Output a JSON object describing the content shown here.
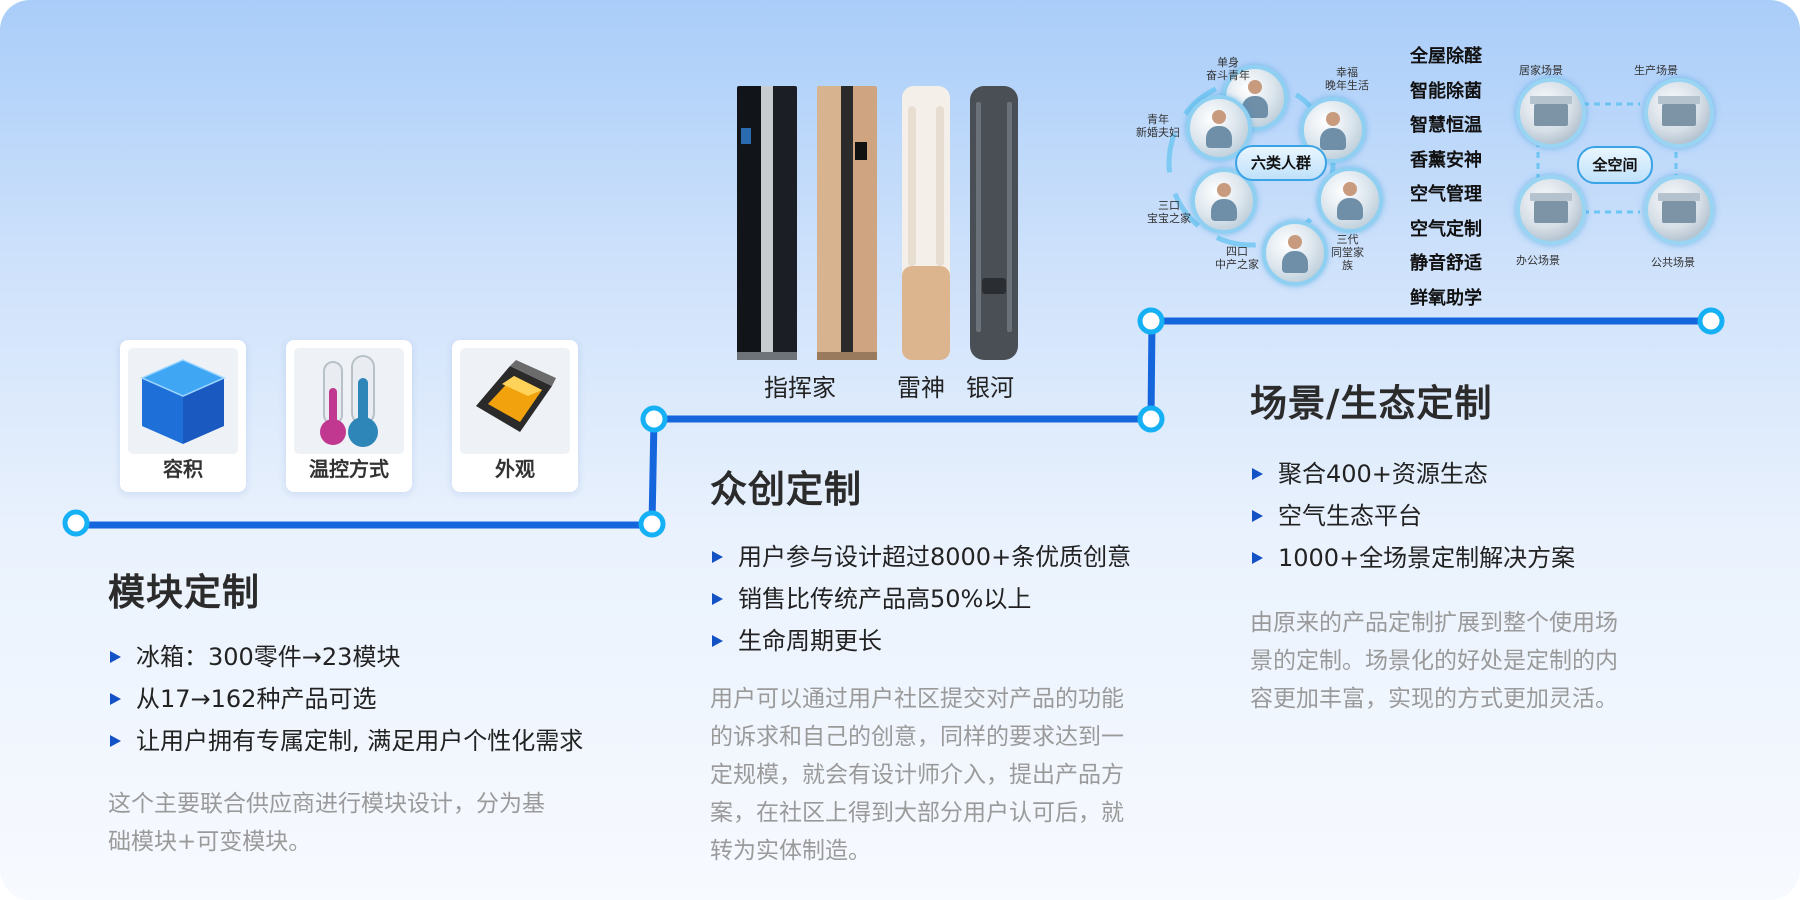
{
  "colors": {
    "track": "#1565dc",
    "node_ring": "#16b0f5",
    "bullet": "#1352c4"
  },
  "section1": {
    "cards": [
      {
        "label": "容积",
        "icon": "blue-cube-icon"
      },
      {
        "label": "温控方式",
        "icon": "thermometers-icon"
      },
      {
        "label": "外观",
        "icon": "framed-cube-icon"
      }
    ],
    "title": "模块定制",
    "bullets": [
      "冰箱：300零件→23模块",
      "从17→162种产品可选",
      "让用户拥有专属定制, 满足用户个性化需求"
    ],
    "desc_lines": [
      "这个主要联合供应商进行模块设计，分为基",
      "础模块+可变模块。"
    ]
  },
  "section2": {
    "products": [
      "指挥家",
      "雷神",
      "银河"
    ],
    "title": "众创定制",
    "bullets": [
      "用户参与设计超过8000+条优质创意",
      "销售比传统产品高50%以上",
      "生命周期更长"
    ],
    "desc_lines": [
      "用户可以通过用户社区提交对产品的功能",
      "的诉求和自己的创意，同样的要求达到一",
      "定规模，就会有设计师介入，提出产品方",
      "案，在社区上得到大部分用户认可后，就",
      "转为实体制造。"
    ]
  },
  "section3": {
    "people_hub": "六类人群",
    "people": [
      "单身\n奋斗青年",
      "幸福\n晚年生活",
      "青年\n新婚夫妇",
      "三口\n宝宝之家",
      "四口\n中产之家",
      "三代\n同堂家\n族"
    ],
    "features": [
      "全屋除醛",
      "智能除菌",
      "智慧恒温",
      "香薰安神",
      "空气管理",
      "空气定制",
      "静音舒适",
      "鲜氧助学"
    ],
    "space_hub": "全空间",
    "scenes": [
      "居家场景",
      "生产场景",
      "办公场景",
      "公共场景"
    ],
    "title": "场景/生态定制",
    "bullets": [
      "聚合400+资源生态",
      "空气生态平台",
      "1000+全场景定制解决方案"
    ],
    "desc_lines": [
      "由原来的产品定制扩展到整个使用场",
      "景的定制。场景化的好处是定制的内",
      "容更加丰富，实现的方式更加灵活。"
    ]
  }
}
